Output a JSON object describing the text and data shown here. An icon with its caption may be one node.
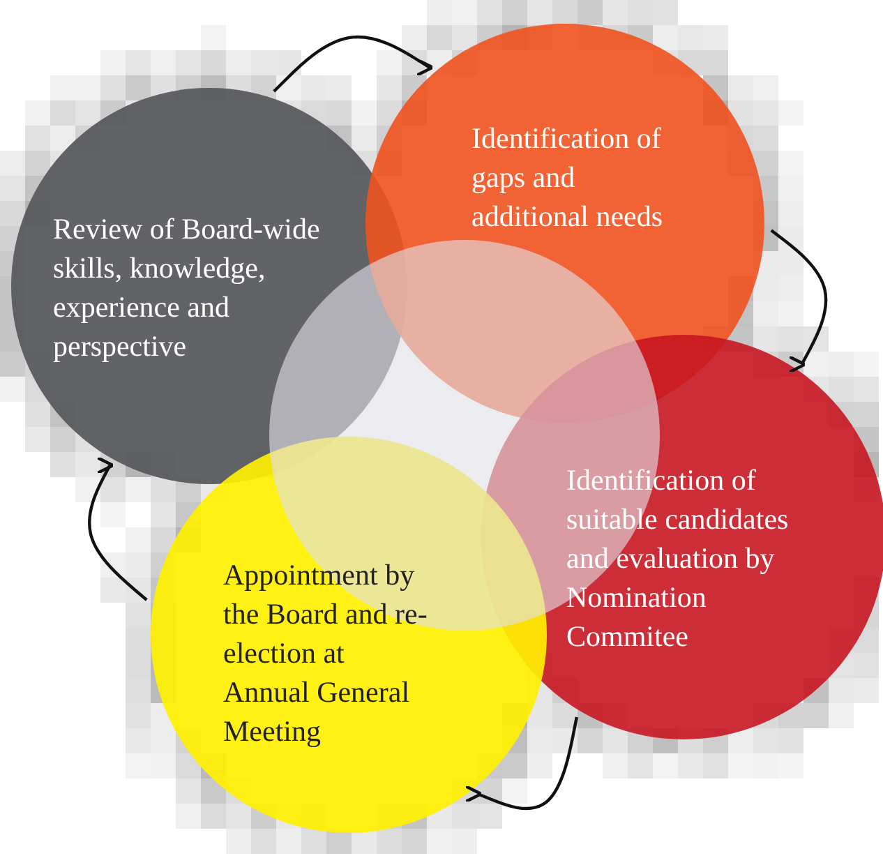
{
  "diagram": {
    "nodes": [
      {
        "text": [
          "Review of Board-wide skills, knowledge, experience and perspective"
        ]
      },
      {
        "text": [
          "Identification of gaps and additional needs"
        ]
      },
      {
        "text": [
          "Identification of suitable candidates and evaluation by Nomination Commitee"
        ]
      },
      {
        "text": [
          "Appointment by the Board and re-election at Annual General Meeting"
        ]
      },
      {
        "text": [],
        "shape": "circle"
      }
    ],
    "edges": [
      {
        "from": 0,
        "to": 1,
        "arrow": "to"
      },
      {
        "from": 1,
        "to": 2,
        "arrow": "to"
      },
      {
        "from": 2,
        "to": 3,
        "arrow": "to"
      },
      {
        "from": 3,
        "to": 0,
        "arrow": "to"
      }
    ]
  }
}
